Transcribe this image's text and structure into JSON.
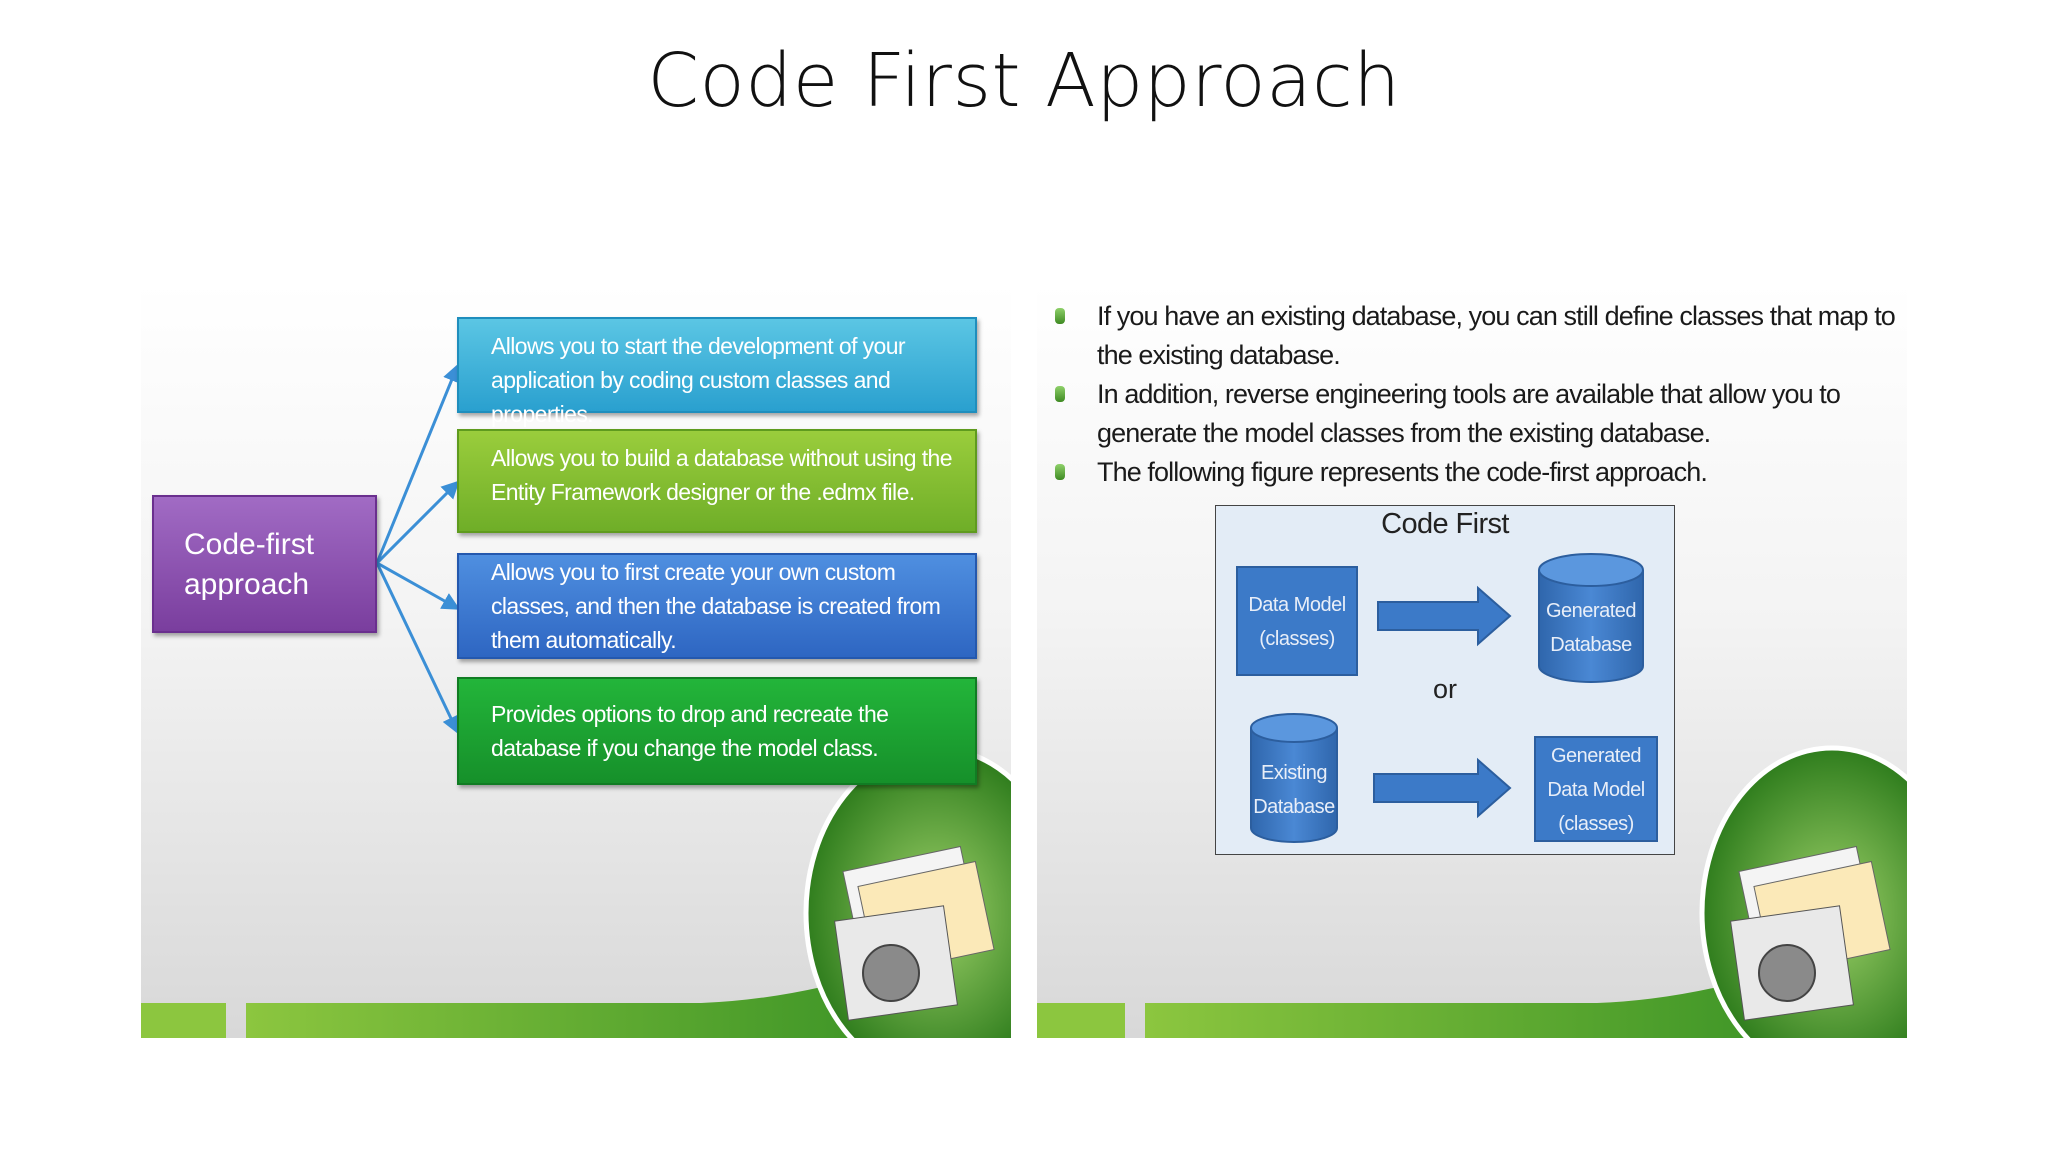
{
  "slide": {
    "title": "Code First Approach"
  },
  "left_panel": {
    "root_label": "Code-first approach",
    "features": [
      "Allows you to start the development of your application by coding custom classes and properties.",
      "Allows you to build a database without using the Entity Framework designer or the .edmx file.",
      "Allows you to first create your own custom classes, and then the database is created from them automatically.",
      "Provides options to drop and recreate the database if you change the model class."
    ]
  },
  "right_panel": {
    "bullets": [
      "If you have an existing database, you can still define classes that map to the existing database.",
      "In addition, reverse engineering tools are available that allow you to generate the model classes from the existing database.",
      "The following figure represents the code-first approach."
    ],
    "figure": {
      "title": "Code First",
      "data_model": "Data Model (classes)",
      "generated_database": "Generated Database",
      "or_label": "or",
      "existing_database": "Existing Database",
      "generated_data_model": "Generated Data Model (classes)"
    }
  },
  "colors": {
    "purple": "#7a3e9e",
    "cyan": "#2aa0cf",
    "lime": "#6fae28",
    "blue": "#2e66c2",
    "green": "#16902a",
    "figure_blue": "#3c7ac8"
  }
}
